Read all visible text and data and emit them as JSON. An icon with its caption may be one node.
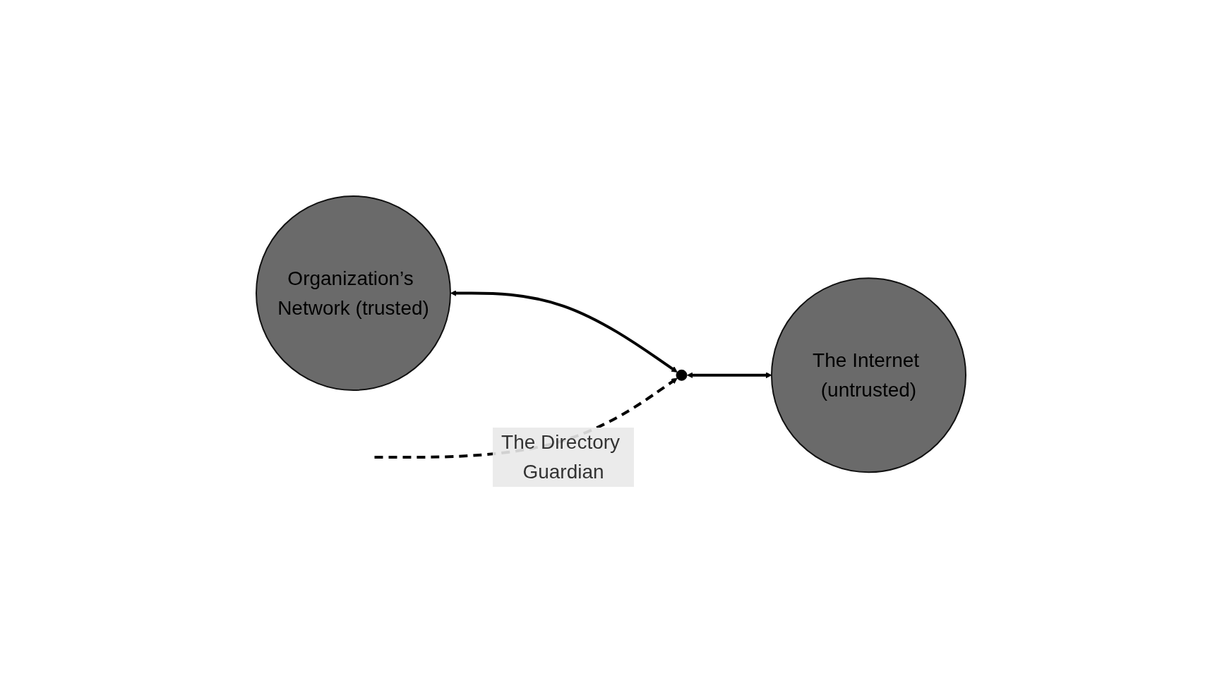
{
  "diagram": {
    "nodes": [
      {
        "text": [
          "Organization’s Network (trusted)"
        ]
      },
      {
        "text": [],
        "shape": "circle"
      },
      {
        "text": [
          "The Internet (untrusted)"
        ]
      }
    ],
    "edges": [
      {
        "from": 0,
        "to": 1,
        "arrow": "both"
      },
      {
        "from": 1,
        "to": 2,
        "arrow": "both"
      },
      {
        "from": null,
        "to": 1,
        "arrow": "to",
        "style": "dashed",
        "label": "The Directory Guardian"
      }
    ]
  }
}
